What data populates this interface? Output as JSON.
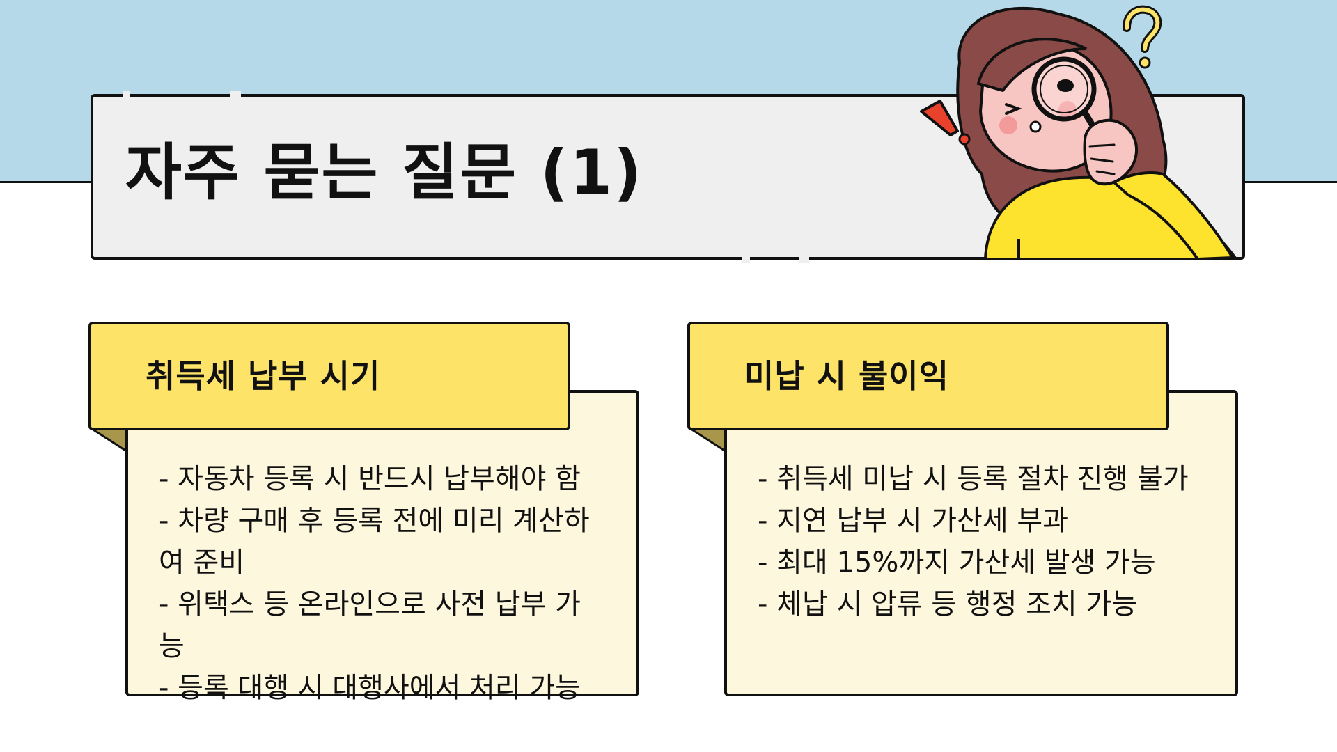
{
  "title": "자주 묻는 질문 (1)",
  "colors": {
    "sky": "#b5d9e8",
    "banner": "#efefef",
    "card_head": "#fde469",
    "card_body": "#fdf7dd",
    "outline": "#111111"
  },
  "illustration": {
    "icons": [
      "question-mark-icon",
      "exclamation-mark-icon",
      "magnifying-glass-icon"
    ]
  },
  "cards": [
    {
      "heading": "취득세 납부 시기",
      "items": [
        "- 자동차 등록 시 반드시 납부해야 함",
        "- 차량 구매 후 등록 전에 미리 계산하여 준비",
        "- 위택스 등 온라인으로 사전 납부 가능",
        "- 등록 대행 시 대행사에서 처리 가능"
      ]
    },
    {
      "heading": "미납 시 불이익",
      "items": [
        "- 취득세 미납 시 등록 절차 진행 불가",
        "- 지연 납부 시 가산세 부과",
        "- 최대 15%까지 가산세 발생 가능",
        "- 체납 시 압류 등 행정 조치 가능"
      ]
    }
  ]
}
